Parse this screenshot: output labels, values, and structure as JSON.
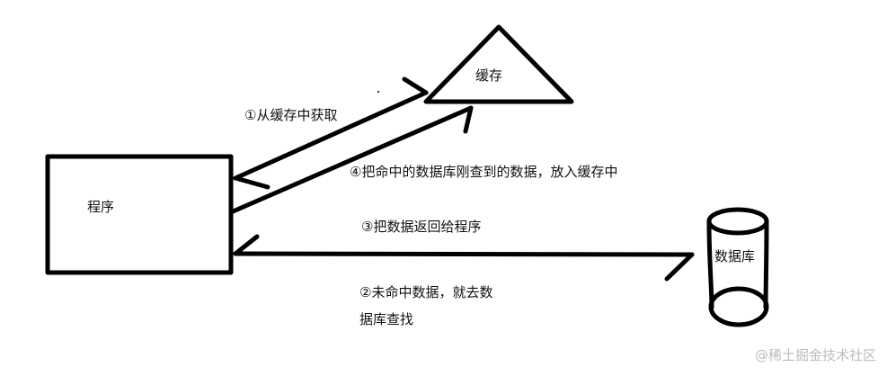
{
  "diagram": {
    "nodes": {
      "program": {
        "label": "程序",
        "shape": "rectangle"
      },
      "cache": {
        "label": "缓存",
        "shape": "triangle"
      },
      "database": {
        "label": "数据库",
        "shape": "cylinder"
      }
    },
    "edges": [
      {
        "id": "step1",
        "from": "program",
        "to": "cache",
        "label": "①从缓存中获取"
      },
      {
        "id": "step2",
        "from": "program",
        "to": "database",
        "label": "②未命中数据，就去数据库查找"
      },
      {
        "id": "step3",
        "from": "database",
        "to": "program",
        "label": "③把数据返回给程序"
      },
      {
        "id": "step4",
        "from": "program",
        "to": "cache",
        "label": "④把命中的数据库刚查到的数据，放入缓存中"
      }
    ],
    "labels": {
      "step1": "①从缓存中获取",
      "step2_line1": "②未命中数据，就去数",
      "step2_line2": "据库查找",
      "step3": "③把数据返回给程序",
      "step4": "④把命中的数据库刚查到的数据，放入缓存中"
    },
    "stroke_color": "#000000"
  },
  "watermark": "@稀土掘金技术社区"
}
